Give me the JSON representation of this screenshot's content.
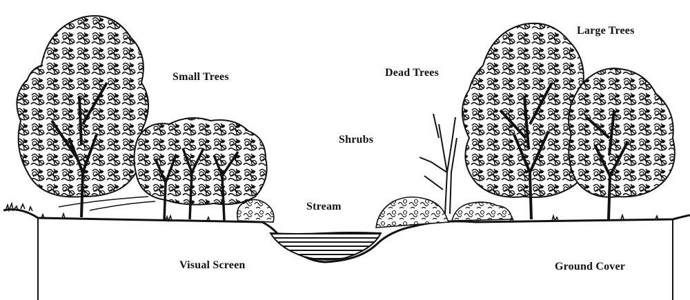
{
  "labels": {
    "small_trees": "Small Trees",
    "dead_trees": "Dead Trees",
    "large_trees": "Large Trees",
    "shrubs": "Shrubs",
    "stream": "Stream",
    "visual_screen": "Visual Screen",
    "ground_cover": "Ground Cover"
  },
  "colors": {
    "ink": "#111111",
    "background": "#ffffff"
  }
}
